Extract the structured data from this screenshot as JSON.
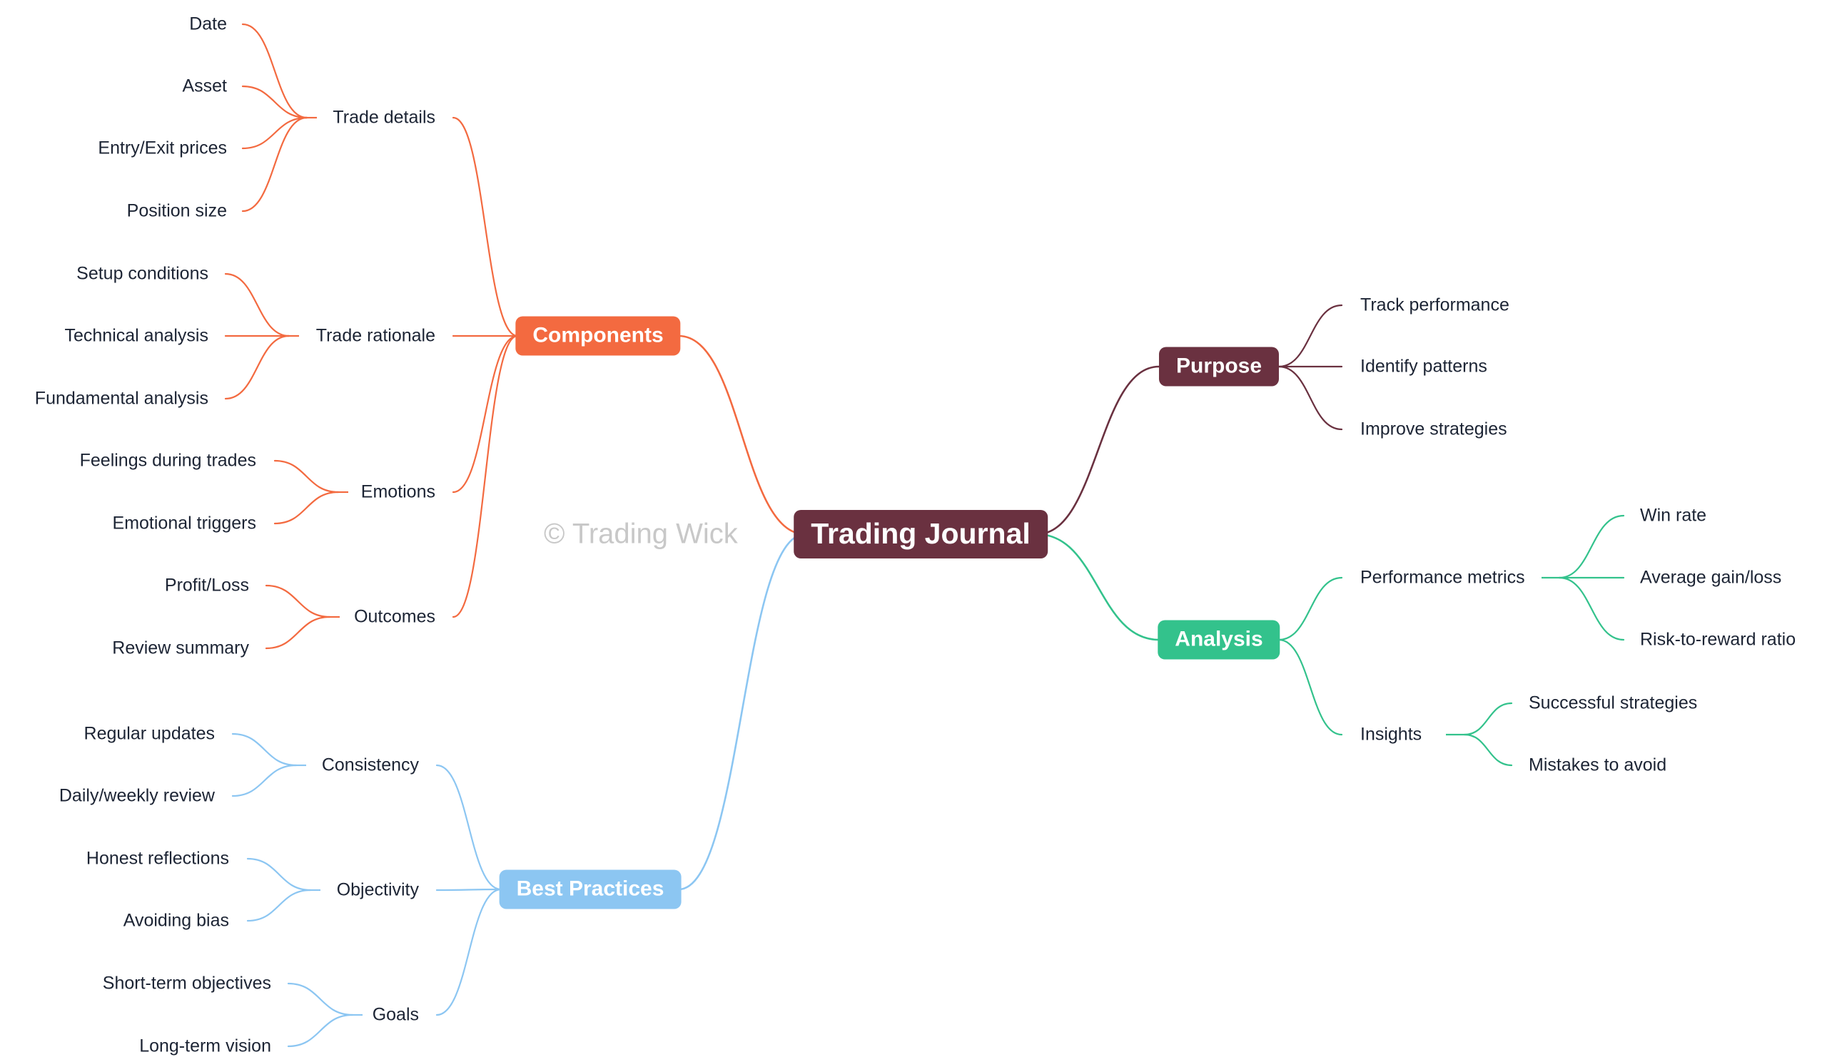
{
  "watermark": "© Trading Wick",
  "root": {
    "label": "Trading Journal",
    "color": "#6a3140"
  },
  "branches": [
    {
      "id": "components",
      "label": "Components",
      "color": "#f36a40",
      "text_color": "#ffffff",
      "children": [
        {
          "label": "Trade details",
          "children": [
            "Date",
            "Asset",
            "Entry/Exit prices",
            "Position size"
          ]
        },
        {
          "label": "Trade rationale",
          "children": [
            "Setup conditions",
            "Technical analysis",
            "Fundamental analysis"
          ]
        },
        {
          "label": "Emotions",
          "children": [
            "Feelings during trades",
            "Emotional triggers"
          ]
        },
        {
          "label": "Outcomes",
          "children": [
            "Profit/Loss",
            "Review summary"
          ]
        }
      ]
    },
    {
      "id": "best-practices",
      "label": "Best Practices",
      "color": "#8cc6f2",
      "text_color": "#ffffff",
      "children": [
        {
          "label": "Consistency",
          "children": [
            "Regular updates",
            "Daily/weekly review"
          ]
        },
        {
          "label": "Objectivity",
          "children": [
            "Honest reflections",
            "Avoiding bias"
          ]
        },
        {
          "label": "Goals",
          "children": [
            "Short-term objectives",
            "Long-term vision"
          ]
        }
      ]
    },
    {
      "id": "purpose",
      "label": "Purpose",
      "color": "#6a3140",
      "text_color": "#ffffff",
      "children": [
        {
          "label": "Track performance",
          "children": []
        },
        {
          "label": "Identify patterns",
          "children": []
        },
        {
          "label": "Improve strategies",
          "children": []
        }
      ]
    },
    {
      "id": "analysis",
      "label": "Analysis",
      "color": "#33c28c",
      "text_color": "#ffffff",
      "children": [
        {
          "label": "Performance metrics",
          "children": [
            "Win rate",
            "Average gain/loss",
            "Risk-to-reward ratio"
          ]
        },
        {
          "label": "Insights",
          "children": [
            "Successful strategies",
            "Mistakes to avoid"
          ]
        }
      ]
    }
  ]
}
